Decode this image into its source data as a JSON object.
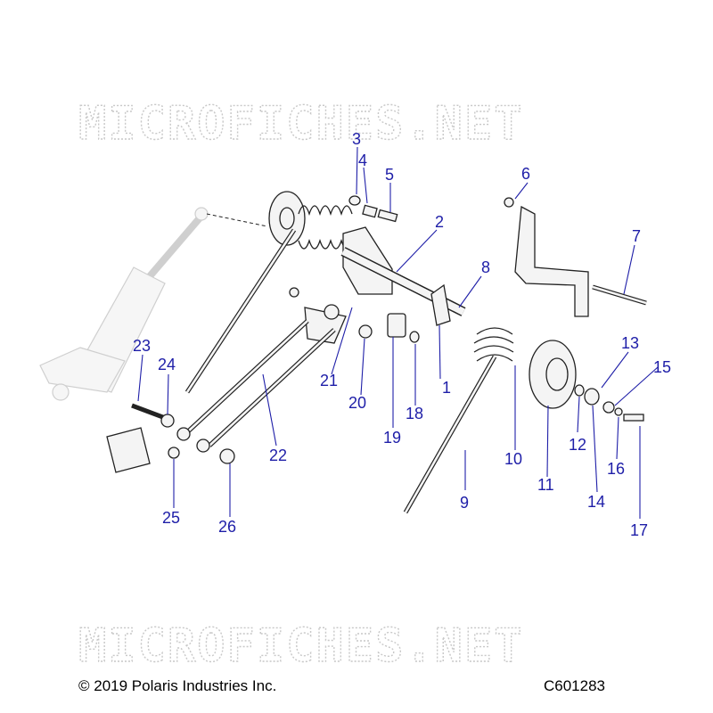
{
  "watermark": {
    "text": "MICROFICHES.NET"
  },
  "footer": {
    "copyright": "© 2019 Polaris Industries Inc.",
    "figure_code": "C601283"
  },
  "callouts": [
    "1",
    "2",
    "3",
    "4",
    "5",
    "6",
    "7",
    "8",
    "9",
    "10",
    "11",
    "12",
    "13",
    "14",
    "15",
    "16",
    "17",
    "18",
    "19",
    "20",
    "21",
    "22",
    "23",
    "24",
    "25",
    "26"
  ],
  "colors": {
    "callout": "#1e1ea8",
    "outline": "#222222",
    "shock_ghost": "#cfcfcf",
    "watermark": "#c8c8c8"
  }
}
